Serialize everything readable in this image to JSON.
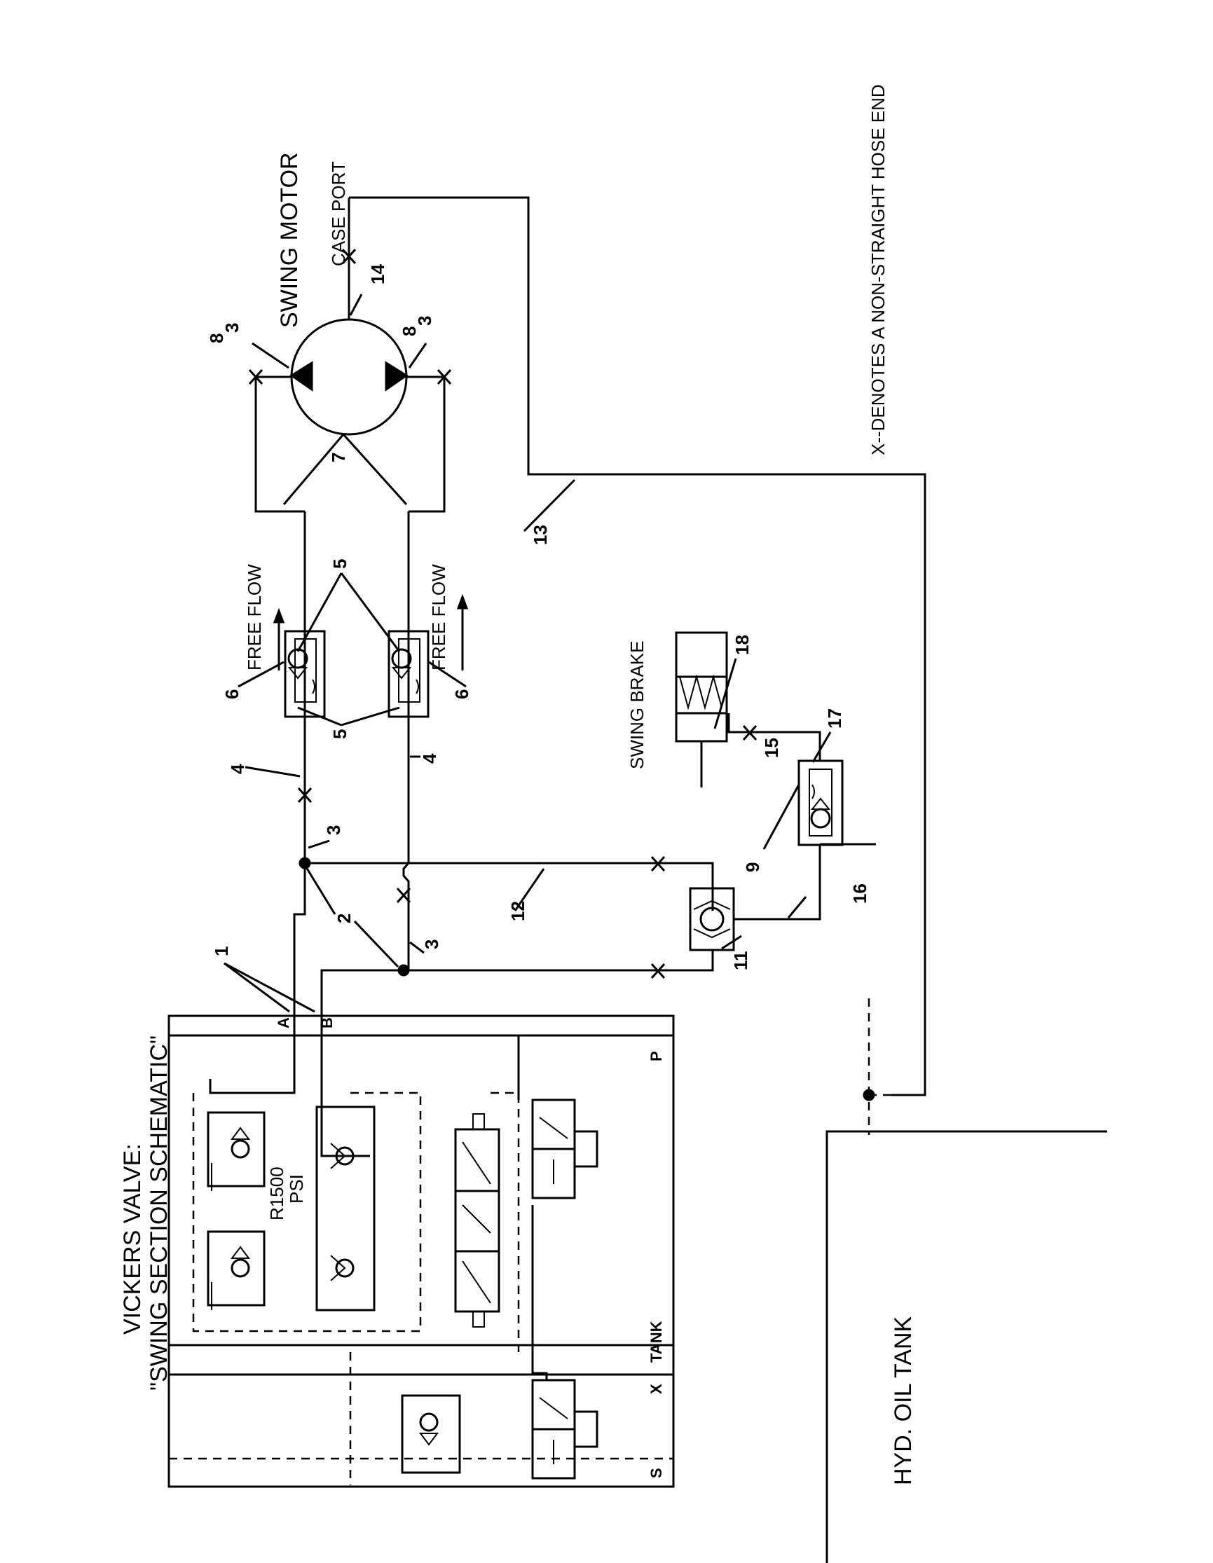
{
  "title_line1": "VICKERS VALVE:",
  "title_line2": "\"SWING SECTION SCHEMATIC\"",
  "swing_motor": "SWING MOTOR",
  "case_port": "CASE PORT",
  "free_flow": "FREE FLOW",
  "swing_brake": "SWING BRAKE",
  "note": "X--DENOTES A NON-STRAIGHT HOSE END",
  "tank": "HYD. OIL TANK",
  "relief_setting": "R1500",
  "relief_unit": "PSI",
  "ports": {
    "a": "A",
    "b": "B",
    "p": "P",
    "tank": "TANK",
    "x": "X",
    "s": "S"
  },
  "callouts": {
    "c1": "1",
    "c2": "2",
    "c3": "3",
    "c4": "4",
    "c5": "5",
    "c6": "6",
    "c7": "7",
    "c8": "8",
    "c9": "9",
    "c11": "11",
    "c12": "12",
    "c13": "13",
    "c14": "14",
    "c15": "15",
    "c16": "16",
    "c17": "17",
    "c18": "18"
  }
}
